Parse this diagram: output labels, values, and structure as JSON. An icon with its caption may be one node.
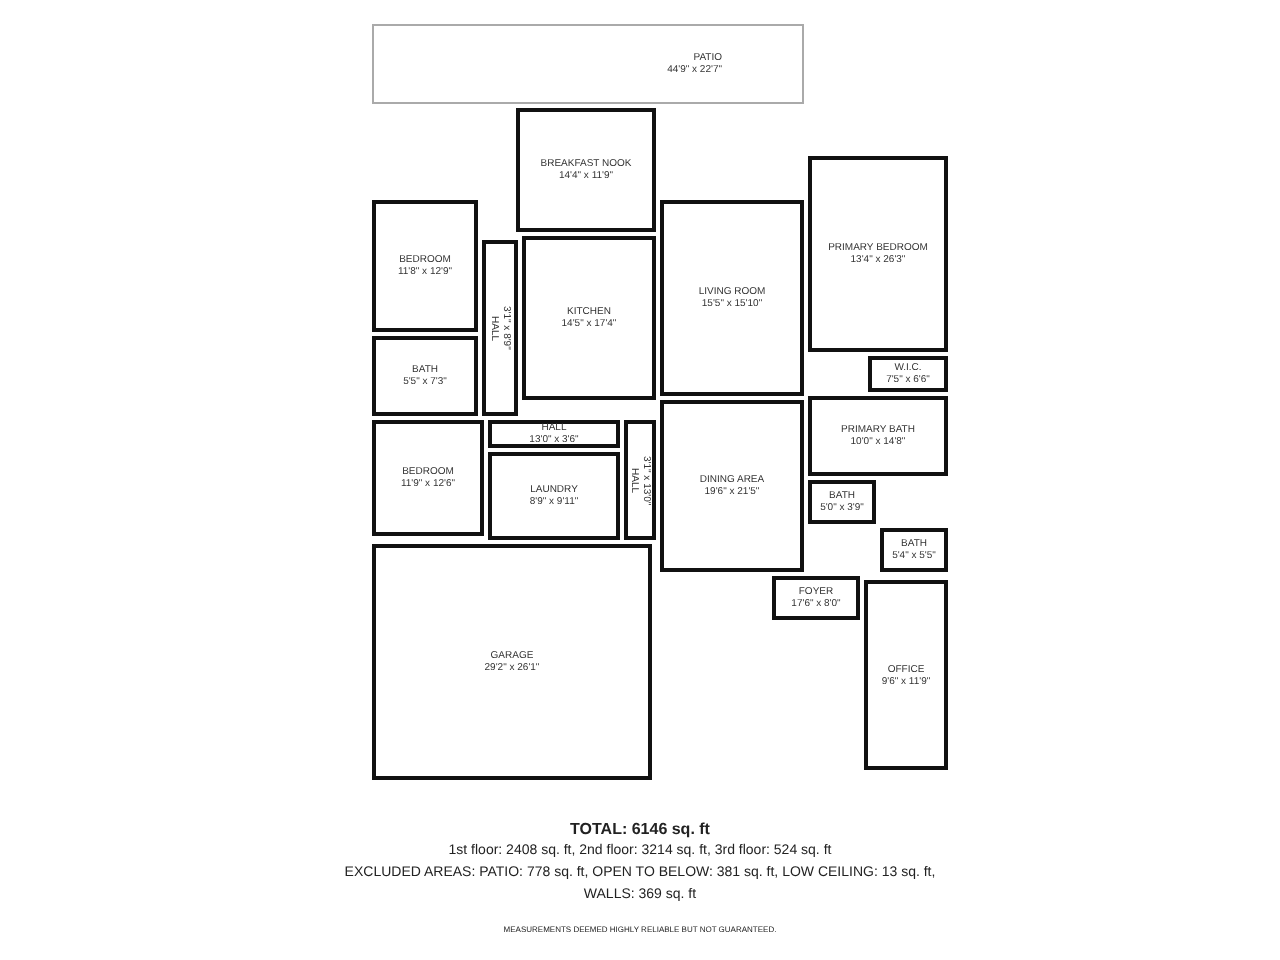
{
  "diagram": {
    "nodes": [
      {
        "text": [
          "PATIO",
          "44'9\" x 22'7\""
        ]
      },
      {
        "text": [
          "BREAKFAST NOOK",
          "14'4\" x 11'9\""
        ]
      },
      {
        "text": [
          "PRIMARY BEDROOM",
          "13'4\" x 26'3\""
        ]
      },
      {
        "text": [
          "BEDROOM",
          "11'8\" x 12'9\""
        ]
      },
      {
        "text": [
          "LIVING ROOM",
          "15'5\" x 15'10\""
        ]
      },
      {
        "text": [
          "KITCHEN",
          "14'5\" x 17'4\""
        ]
      },
      {
        "text": [
          "W.I.C.",
          "7'5\" x 6'6\""
        ]
      },
      {
        "text": [
          "BATH",
          "5'5\" x 7'3\""
        ]
      },
      {
        "text": [
          "HALL",
          "3'1\" x 8'9\""
        ]
      },
      {
        "text": [
          "HALL",
          "13'0\" x 3'6\""
        ]
      },
      {
        "text": [
          "BEDROOM",
          "11'9\" x 12'6\""
        ]
      },
      {
        "text": [
          "LAUNDRY",
          "8'9\" x 9'11\""
        ]
      },
      {
        "text": [
          "HALL",
          "3'1\" x 13'0\""
        ]
      },
      {
        "text": [
          "DINING AREA",
          "19'6\" x 21'5\""
        ]
      },
      {
        "text": [
          "PRIMARY BATH",
          "10'0\" x 14'8\""
        ]
      },
      {
        "text": [
          "BATH",
          "5'0\" x 3'9\""
        ]
      },
      {
        "text": [
          "BATH",
          "5'4\" x 5'5\""
        ]
      },
      {
        "text": [
          "FOYER",
          "17'6\" x 8'0\""
        ]
      },
      {
        "text": [
          "OFFICE",
          "9'6\" x 11'9\""
        ]
      },
      {
        "text": [
          "GARAGE",
          "29'2\" x 26'1\""
        ]
      }
    ],
    "labels": [
      "TOTAL: 6146 sq. ft",
      "1st floor: 2408 sq. ft, 2nd floor: 3214 sq. ft, 3rd floor: 524 sq. ft",
      "EXCLUDED AREAS: PATIO: 778 sq. ft, OPEN TO BELOW: 381 sq. ft, LOW CEILING: 13 sq. ft,",
      "WALLS: 369 sq. ft",
      "MEASUREMENTS DEEMED HIGHLY RELIABLE BUT NOT GUARANTEED."
    ]
  }
}
